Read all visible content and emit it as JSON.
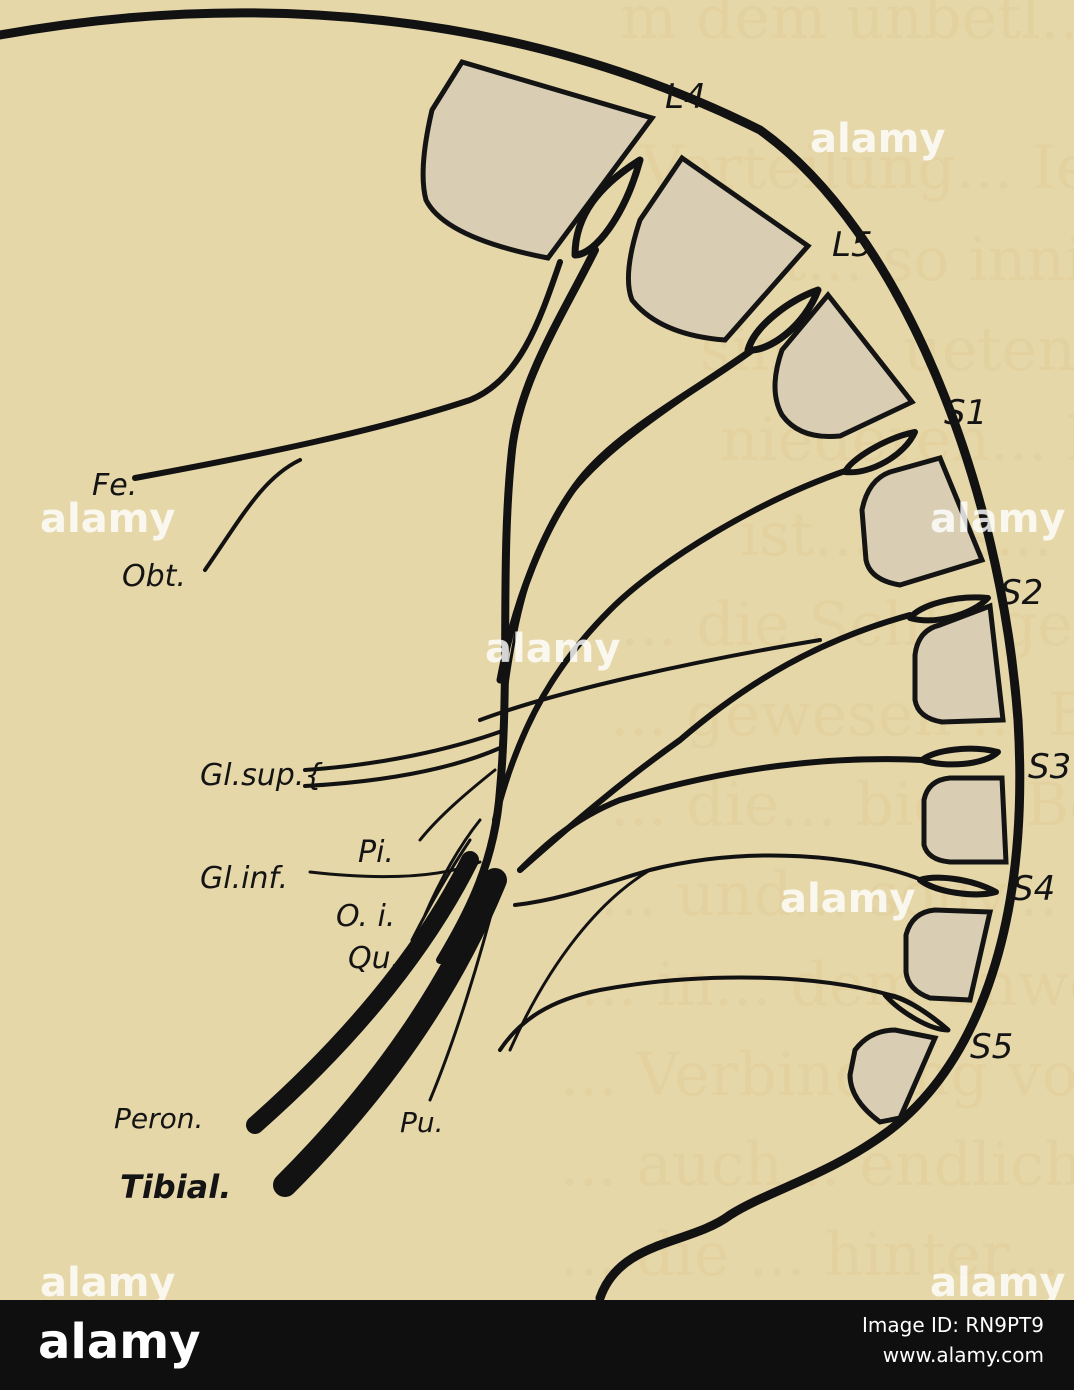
{
  "background_text": [
    "m dem unbetl... Dem gegenüb",
    "Verteilung... Iedikulenspor",
    "ft... so innig sein kam",
    "sind... ueten Strahlen der eben",
    "niederen... ll... gelegenen Die",
    "ist... elis... Ebene. Tieren",
    "... die Schlinge des Vasomotoren",
    "... gewesen ... Ein nur wenig",
    "... die... bie... Bern... rentel",
    "... und... souv... ist Hand... wurde",
    "... in... dem unwesentlichen",
    "... Verbindung von ihren... tastet",
    "... auch... endliche... wie dazu. ... nicht",
    "... die ... hinter... beiden Wurzel"
  ],
  "labels": {
    "L4": "L4",
    "L5": "L5",
    "S1": "S1",
    "S2": "S2",
    "S3": "S3",
    "S4": "S4",
    "S5": "S5",
    "Fe": "Fe.",
    "Obt": "Obt.",
    "Glsup": "Gl.sup.{",
    "Pi": "Pi.",
    "Glinf": "Gl.inf.",
    "Oi": "O. i.",
    "Qu": "Qu.",
    "Peron": "Peron.",
    "Pu": "Pu.",
    "Tibial": "Tibial."
  },
  "watermark": {
    "text": "alamy",
    "color": "#ffffff"
  },
  "footer": {
    "logo": "alamy",
    "image_id": "Image ID: RN9PT9",
    "site": "www.alamy.com"
  },
  "colors": {
    "paper": "#e6d7a8",
    "ink": "#121212",
    "vertebra_fill": "#d9cdb3",
    "footer_bg": "#0f0f0f"
  }
}
